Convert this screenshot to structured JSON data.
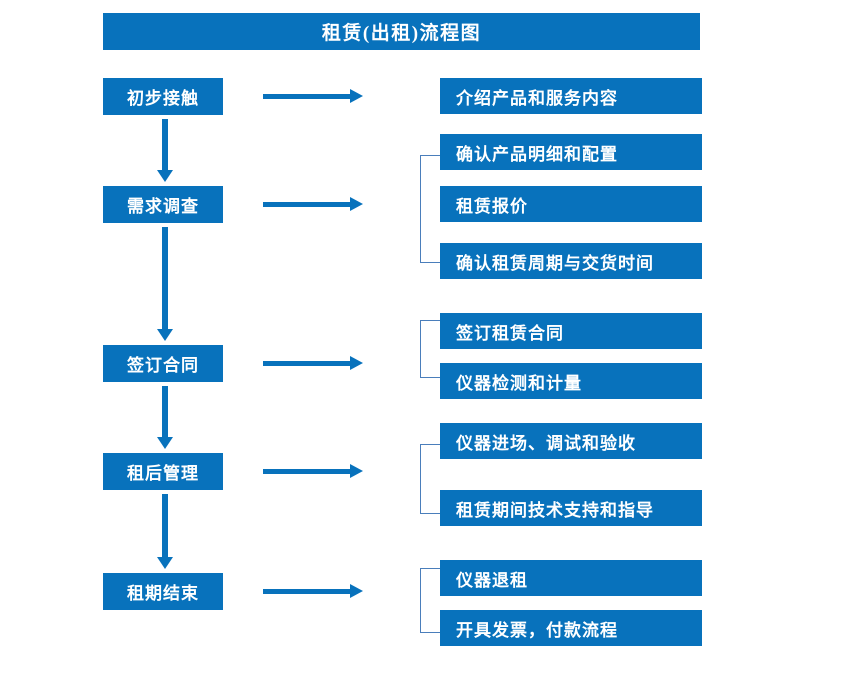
{
  "title": "租赁(出租)流程图",
  "theme": {
    "accent": "#0872BC",
    "bracket": "#4A7EBB",
    "text_on_accent": "#FFFFFF",
    "background": "#FFFFFF"
  },
  "flow": {
    "stages": [
      {
        "id": "stage-1",
        "label": "初步接触"
      },
      {
        "id": "stage-2",
        "label": "需求调查"
      },
      {
        "id": "stage-3",
        "label": "签订合同"
      },
      {
        "id": "stage-4",
        "label": "租后管理"
      },
      {
        "id": "stage-5",
        "label": "租期结束"
      }
    ],
    "detail_groups": [
      {
        "for_stage": "初步接触",
        "bracketed": false,
        "items": [
          "介绍产品和服务内容"
        ]
      },
      {
        "for_stage": "需求调查",
        "bracketed": true,
        "items": [
          "确认产品明细和配置",
          "租赁报价",
          "确认租赁周期与交货时间"
        ]
      },
      {
        "for_stage": "签订合同",
        "bracketed": true,
        "items": [
          "签订租赁合同",
          "仪器检测和计量"
        ]
      },
      {
        "for_stage": "租后管理",
        "bracketed": true,
        "items": [
          "仪器进场、调试和验收",
          "租赁期间技术支持和指导"
        ]
      },
      {
        "for_stage": "租期结束",
        "bracketed": true,
        "items": [
          "仪器退租",
          "开具发票，付款流程"
        ]
      }
    ]
  }
}
